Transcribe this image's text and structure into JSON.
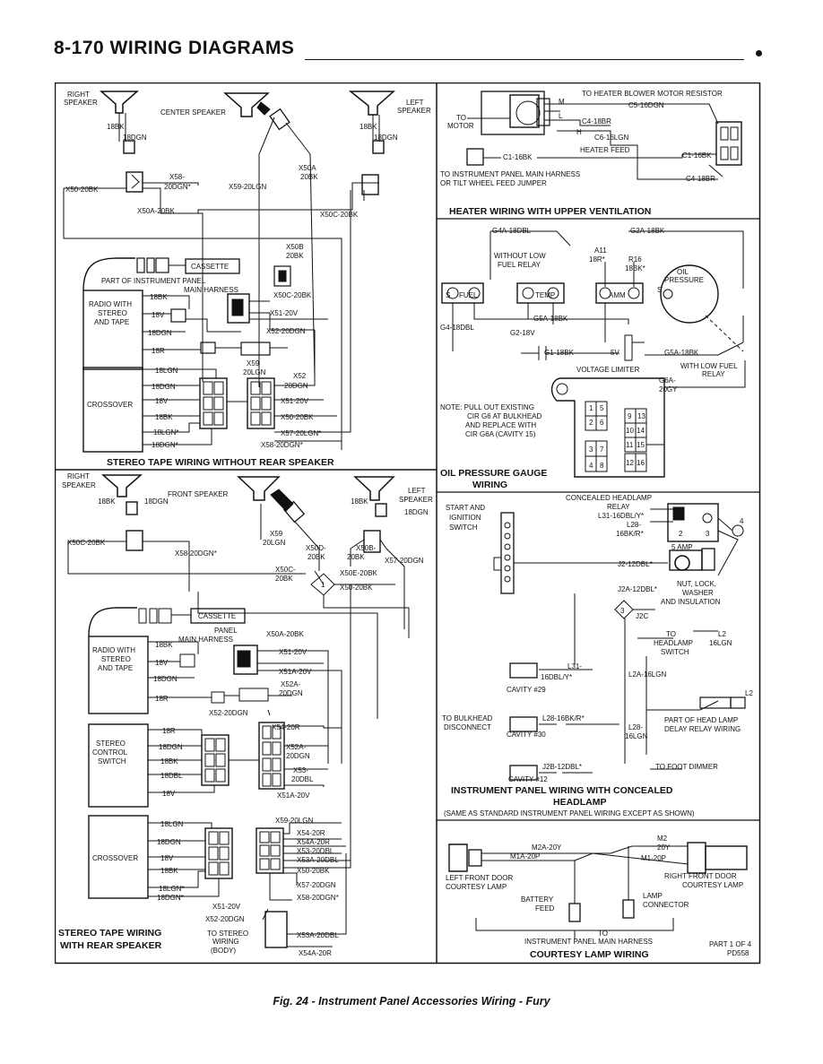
{
  "header": {
    "title": "8-170 WIRING DIAGRAMS"
  },
  "caption": "Fig. 24 - Instrument Panel Accessories Wiring - Fury",
  "sections": {
    "stereo_no_rear": "STEREO TAPE WIRING WITHOUT REAR SPEAKER",
    "stereo_rear_l1": "STEREO TAPE WIRING",
    "stereo_rear_l2": "WITH REAR SPEAKER",
    "heater": "HEATER WIRING WITH UPPER VENTILATION",
    "oil_l1": "OIL PRESSURE GAUGE",
    "oil_l2": "WIRING",
    "ip_l1": "INSTRUMENT PANEL WIRING WITH CONCEALED",
    "ip_l2": "HEADLAMP",
    "ip_note": "(SAME AS STANDARD INSTRUMENT PANEL WIRING EXCEPT AS SHOWN)",
    "courtesy": "COURTESY LAMP WIRING"
  },
  "part_note": "PART 1 OF 4",
  "part_code": "PD558",
  "stereo1": {
    "right_speaker": [
      "RIGHT",
      "SPEAKER"
    ],
    "center_speaker": "CENTER SPEAKER",
    "left_speaker": [
      "LEFT",
      "SPEAKER"
    ],
    "r18bk": "18BK",
    "r18dgn": "18DGN",
    "l18bk": "18BK",
    "l18dgn": "18DGN",
    "x50_20bk": "X50-20BK",
    "x58": "X58-",
    "x58b": "20DGN*",
    "x59": "X59-20LGN",
    "x50a": "X50A",
    "x50a2": "20BK",
    "x50a_20bk": "X50A-20BK",
    "x50c": "X50C-20BK",
    "x50b": "X50B",
    "x50b2": "20BK",
    "part_of_ip": "PART OF INSTRUMENT PANEL",
    "main_harness": "MAIN HARNESS",
    "cassette": "CASSETTE",
    "radio": [
      "RADIO WITH",
      "STEREO",
      "AND TAPE"
    ],
    "radio_wires": [
      "18BK",
      "18V",
      "18DGN",
      "18R"
    ],
    "x50c_r": "X50C-20BK",
    "x51": "X51-20V",
    "x52": "X52-20DGN",
    "x59b": "X59",
    "x59b2": "20LGN",
    "x52b": "X52",
    "x52b2": "20DGN",
    "crossover": "CROSSOVER",
    "cross_wires": [
      "18LGN",
      "18DGN",
      "18V",
      "18BK",
      "18LGN*",
      "18DGN*"
    ],
    "cross_right": [
      "X51-20V",
      "X50-20BK",
      "X57-20LGN*",
      "X58-20DGN*"
    ]
  },
  "stereo2": {
    "right_speaker": [
      "RIGHT",
      "SPEAKER"
    ],
    "front_speaker": "FRONT SPEAKER",
    "left_speaker": [
      "LEFT",
      "SPEAKER"
    ],
    "r18bk": "18BK",
    "r18dgn": "18DGN",
    "l18bk": "18BK",
    "l18dgn": "18DGN",
    "x50c": "X50C-20BK",
    "x58": "X58-20DGN*",
    "x59": "X59",
    "x59b": "20LGN",
    "x50d": "X50D-",
    "x50d2": "20BK",
    "x50b": "X50B-",
    "x50b2": "20BK",
    "x57": "X57-20DGN",
    "x50c2": "X50C-",
    "x50c3": "20BK",
    "x50e": "X50E-20BK",
    "x50_20bk": "X50-20BK",
    "node1": "1",
    "cassette": "CASSETTE",
    "panel": "PANEL",
    "main_harness": "MAIN HARNESS",
    "x50a": "X50A-20BK",
    "radio": [
      "RADIO WITH",
      "STEREO",
      "AND TAPE"
    ],
    "radio_wires": [
      "18BK",
      "18V",
      "18DGN",
      "18R"
    ],
    "x51": "X51-20V",
    "x51a": "X51A-20V",
    "x52a": "X52A-",
    "x52a2": "20DGN",
    "x52": "X52-20DGN",
    "control": [
      "STEREO",
      "CONTROL",
      "SWITCH"
    ],
    "control_wires": [
      "18R",
      "18DGN",
      "18BK",
      "18DBL",
      "18V"
    ],
    "x54": "X54-20R",
    "x52a_b": "X52A-",
    "x52a_b2": "20DGN",
    "x53": "X53-",
    "x53b": "20DBL",
    "x51a_b": "X51A-20V",
    "crossover": "CROSSOVER",
    "cross_wires": [
      "18LGN",
      "18DGN",
      "18V",
      "18BK",
      "18LGN*",
      "18DGN*"
    ],
    "cross_right": [
      "X59-20LGN",
      "X54-20R",
      "X54A-20R",
      "X53-20DBL",
      "X53A-20DBL",
      "X50-20BK",
      "X57-20DGN",
      "X58-20DGN*"
    ],
    "x51b": "X51-20V",
    "x52b": "X52-20DGN",
    "to_stereo": [
      "TO STEREO",
      "WIRING",
      "(BODY)"
    ],
    "x53a": "X53A-20DBL",
    "x54a": "X54A-20R"
  },
  "heater": {
    "to_blower": "TO HEATER BLOWER MOTOR RESISTOR",
    "c5": "C5-16DGN",
    "to_motor": [
      "TO",
      "MOTOR"
    ],
    "m": "M",
    "l": "L",
    "h": "H",
    "c4a": "C4-18BR",
    "c6": "C6-16LGN",
    "heater_feed": "HEATER FEED",
    "c1a": "C1-16BK",
    "c1b": "C1-16BK",
    "c4b": "C4-18BR",
    "to_ip": "TO INSTRUMENT PANEL MAIN HARNESS",
    "or_tilt": "OR TILT WHEEL FEED JUMPER"
  },
  "oil": {
    "g4a": "G4A-18DBL",
    "g2a": "G2A-18BK",
    "without": [
      "WITHOUT LOW",
      "FUEL RELAY"
    ],
    "a11": [
      "A11",
      "18R*"
    ],
    "r16": [
      "R16",
      "18BK*"
    ],
    "oil_pressure": [
      "OIL",
      "PRESSURE"
    ],
    "fuel": "FUEL",
    "temp": "TEMP",
    "amm": "AMM",
    "s": "S",
    "g4": "G4-18DBL",
    "g5a": "G5A-18BK",
    "g2": "G2-18V",
    "g1": "G1-18BK",
    "g5a_b": "G5A-18BK",
    "v5": "5V",
    "voltage_limiter": "VOLTAGE LIMITER",
    "with_low": [
      "WITH LOW FUEL",
      "RELAY"
    ],
    "g6a": [
      "G6A-",
      "20GY"
    ],
    "note": [
      "NOTE: PULL OUT EXISTING",
      "CIR G6 AT BULKHEAD",
      "AND REPLACE WITH",
      "CIR G6A (CAVITY 15)"
    ],
    "cavities": [
      "1",
      "5",
      "2",
      "6",
      "9",
      "13",
      "10",
      "14",
      "11",
      "15",
      "3",
      "7",
      "4",
      "8",
      "12",
      "16"
    ]
  },
  "ip": {
    "concealed": "CONCEALED HEADLAMP",
    "relay": "RELAY",
    "start": [
      "START AND",
      "IGNITION",
      "SWITCH"
    ],
    "l31": "L31-16DBL/Y*",
    "l28": "L28-",
    "l28b": "16BK/R*",
    "n2": "2",
    "n3": "3",
    "n4": "4",
    "amp": "5 AMP",
    "j2": "J2-12DBL*",
    "nut": [
      "NUT, LOCK,",
      "WASHER",
      "AND INSULATION"
    ],
    "j2a": "J2A-12DBL*",
    "n3b": "3",
    "j2c": "J2C",
    "to_hs": [
      "TO",
      "HEADLAMP",
      "SWITCH"
    ],
    "l2": "L2",
    "l2b": "16LGN",
    "l31b": "L31-",
    "l31c": "16DBL/Y*",
    "cav29": "CAVITY #29",
    "l2a": "L2A-16LGN",
    "l2c": "L2",
    "to_bulkhead": [
      "TO BULKHEAD",
      "DISCONNECT"
    ],
    "l28c": "L28-16BK/R*",
    "cav30": "CAVITY #30",
    "l28d": [
      "L28-",
      "16LGN"
    ],
    "delay": [
      "PART OF HEAD LAMP",
      "DELAY RELAY WIRING"
    ],
    "j2b": "J2B-12DBL*",
    "to_dimmer": "TO FOOT DIMMER",
    "cav12": "CAVITY #12"
  },
  "courtesy": {
    "m2a": "M2A-20Y",
    "m1a": "M1A-20P",
    "m2": "M2",
    "m2b": "20Y",
    "m1": "M1-20P",
    "left": [
      "LEFT FRONT DOOR",
      "COURTESY LAMP"
    ],
    "right": [
      "RIGHT FRONT DOOR",
      "COURTESY LAMP"
    ],
    "battery": [
      "BATTERY",
      "FEED"
    ],
    "lamp_conn": [
      "LAMP",
      "CONNECTOR"
    ],
    "to": "TO",
    "to_ip": "INSTRUMENT PANEL MAIN HARNESS"
  }
}
